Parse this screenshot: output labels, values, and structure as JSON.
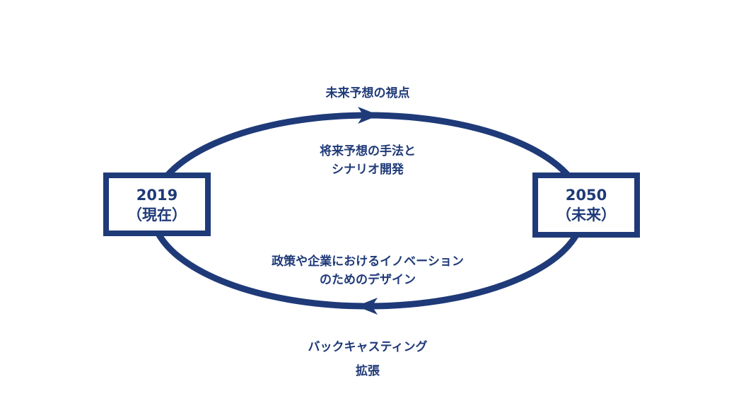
{
  "colors": {
    "primary": "#1f3a78",
    "background": "#ffffff"
  },
  "left_box": {
    "year": "2019",
    "label": "（現在）"
  },
  "right_box": {
    "year": "2050",
    "label": "（未来）"
  },
  "top_arrow_label": "未来予想の視点",
  "inner_top": {
    "line1": "将来予想の手法と",
    "line2": "シナリオ開発"
  },
  "inner_bottom": {
    "line1": "政策や企業におけるイノベーション",
    "line2": "のためのデザイン"
  },
  "bottom_label": {
    "line1": "バックキャスティング",
    "line2": "拡張"
  }
}
